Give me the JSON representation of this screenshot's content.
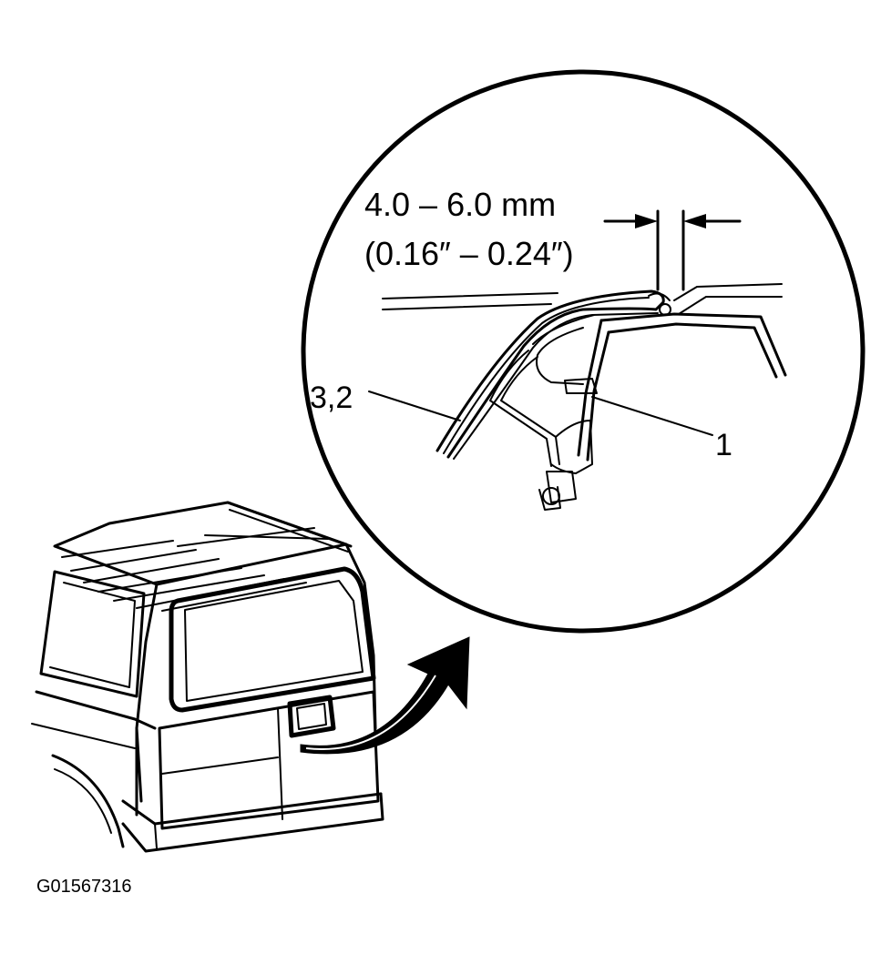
{
  "dimension": {
    "metric": "4.0 – 6.0 mm",
    "imperial": "(0.16″ – 0.24″)"
  },
  "callouts": {
    "seal": "3,2",
    "bracket": "1"
  },
  "figure_id": "G01567316"
}
